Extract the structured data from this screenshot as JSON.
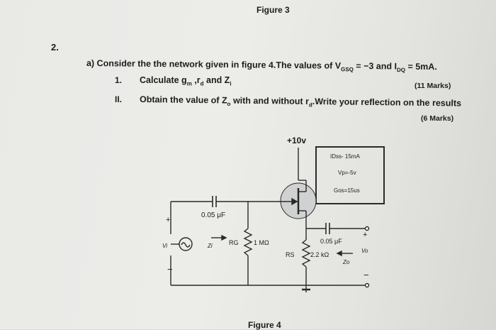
{
  "header": {
    "figure_label": "Figure 3"
  },
  "question": {
    "number": "2.",
    "part_a": "a)  Consider the the network given in figure 4.The values of V",
    "part_a_sub": "GSQ",
    "part_a_mid": " = −3 and I",
    "part_a_sub2": "DQ",
    "part_a_end": " = 5mA.",
    "item1_num": "1.",
    "item1_text": "Calculate g",
    "item1_sub": "m",
    "item1_rest": " ,r",
    "item1_sub2": "d",
    "item1_end": " and Z",
    "item1_sub3": "i",
    "item1_marks": "(11 Marks)",
    "item2_num": "II.",
    "item2_text": "Obtain the value of Z",
    "item2_sub": "o",
    "item2_mid": " with and without r",
    "item2_sub2": "d",
    "item2_end": ".Write your reflection on the results",
    "item2_marks": "(6 Marks)"
  },
  "circuit": {
    "supply": "+10v",
    "params": [
      "IDss- 15mA",
      "Vp=-5v",
      "Gos=15us"
    ],
    "input_cap": "0.05 μF",
    "output_cap": "0.05 μF",
    "rg_label": "RG",
    "rg_value": "1 MΩ",
    "rs_label": "RS",
    "rs_value": "2.2 kΩ",
    "vi_label": "Vi",
    "vo_label": "Vo",
    "zi_label": "Zi",
    "zo_label": "Zo",
    "plus": "+",
    "minus": "−",
    "figure_label": "Figure 4"
  }
}
